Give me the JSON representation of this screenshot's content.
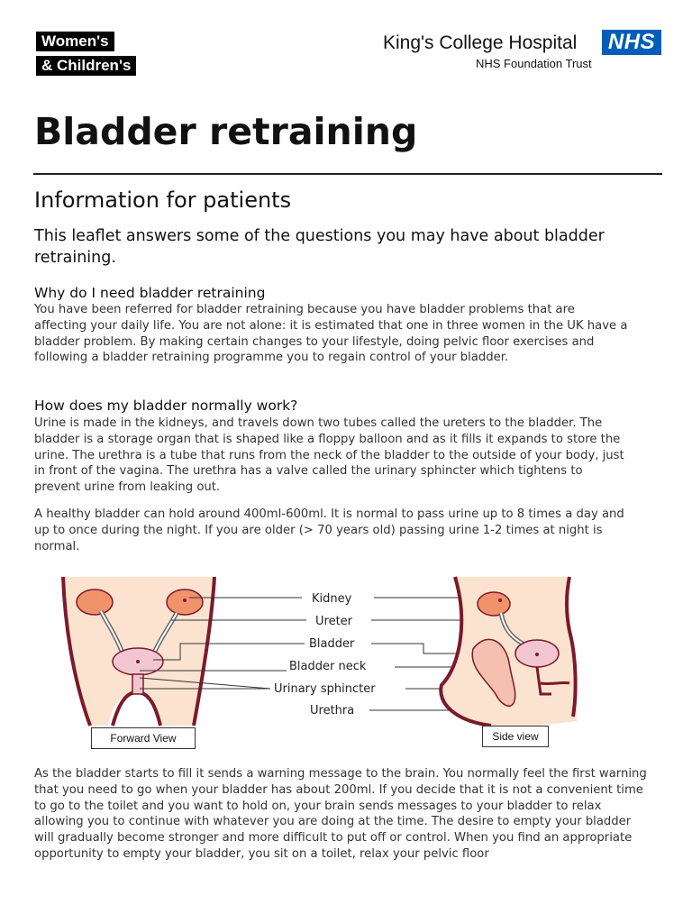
{
  "header": {
    "brand_line1": "Women's",
    "brand_line2": "& Children's",
    "hospital_name": "King's College Hospital",
    "nhs_logo_text": "NHS",
    "trust_name": "NHS Foundation Trust"
  },
  "title": "Bladder retraining",
  "subtitle": "Information for patients",
  "intro": "This leaflet answers some of the questions you may have about bladder retraining.",
  "sections": [
    {
      "heading": "Why do I need bladder retraining",
      "paragraphs": [
        "You have been referred for bladder retraining because you have bladder problems that are affecting your daily life. You are not alone: it is estimated that one in three women in the UK have a bladder problem. By making certain changes to your lifestyle, doing pelvic floor exercises and following a bladder retraining programme you to regain control of your bladder."
      ]
    },
    {
      "heading": "How does my bladder normally work?",
      "paragraphs": [
        "Urine is made in the kidneys, and travels down two tubes called the ureters to the bladder. The bladder is a storage organ that is shaped like a floppy balloon and as it fills it expands to store the urine. The urethra is a tube that runs from the neck of the bladder to the outside of your body, just in front of the vagina. The urethra has a valve called the urinary sphincter which tightens to prevent urine from leaking out.",
        "A healthy bladder can hold around 400ml-600ml. It is normal to pass urine up to 8 times a day and up to once during the night. If you are older (> 70 years old) passing urine 1-2 times at night is normal."
      ]
    }
  ],
  "diagram": {
    "labels": [
      "Kidney",
      "Ureter",
      "Bladder",
      "Bladder neck",
      "Urinary sphincter",
      "Urethra"
    ],
    "forward_view_label": "Forward View",
    "side_view_label": "Side view",
    "colors": {
      "skin": "#FBE3D0",
      "outline": "#7A1A2A",
      "kidney": "#F0936A",
      "bladder": "#F2C6D0"
    }
  },
  "closing_paragraph": "As the bladder starts to fill it sends a warning message to the brain. You normally feel the first warning that you need to go when your bladder has about 200ml. If you decide that it is not a convenient time to go to the toilet and you want to hold on, your brain sends messages to your bladder to relax allowing you to continue with whatever you are doing at the time. The desire to empty your bladder will gradually become stronger and more difficult to put off or control. When you find an appropriate opportunity to empty your bladder, you sit on a toilet, relax your pelvic floor"
}
